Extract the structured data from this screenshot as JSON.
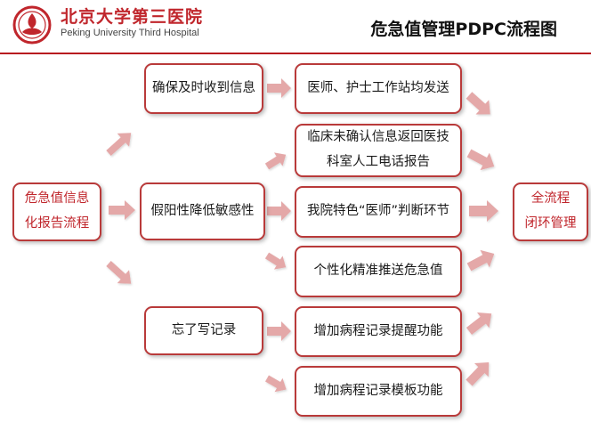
{
  "header": {
    "hospital_name_cn": "北京大学第三医院",
    "hospital_name_en": "Peking University Third Hospital",
    "title": "危急值管理PDPC流程图",
    "brand_color": "#c0262c"
  },
  "flowchart": {
    "start": {
      "lines": [
        "危急值信息",
        "化报告流程"
      ]
    },
    "problems": [
      {
        "label": "确保及时收到信息"
      },
      {
        "label": "假阳性降低敏感性"
      },
      {
        "label": "忘了写记录"
      }
    ],
    "measures": [
      {
        "lines": [
          "医师、护士工作站均发送"
        ]
      },
      {
        "lines": [
          "临床未确认信息返回医技",
          "科室人工电话报告"
        ]
      },
      {
        "lines": [
          "我院特色“医师”判断环节"
        ]
      },
      {
        "lines": [
          "个性化精准推送危急值"
        ]
      },
      {
        "lines": [
          "增加病程记录提醒功能"
        ]
      },
      {
        "lines": [
          "增加病程记录模板功能"
        ]
      }
    ],
    "outcome": {
      "lines": [
        "全流程",
        "闭环管理"
      ]
    },
    "colors": {
      "box_border": "#b93a3a",
      "arrow_fill": "#e4a8a8",
      "accent_text": "#c0262c"
    }
  }
}
